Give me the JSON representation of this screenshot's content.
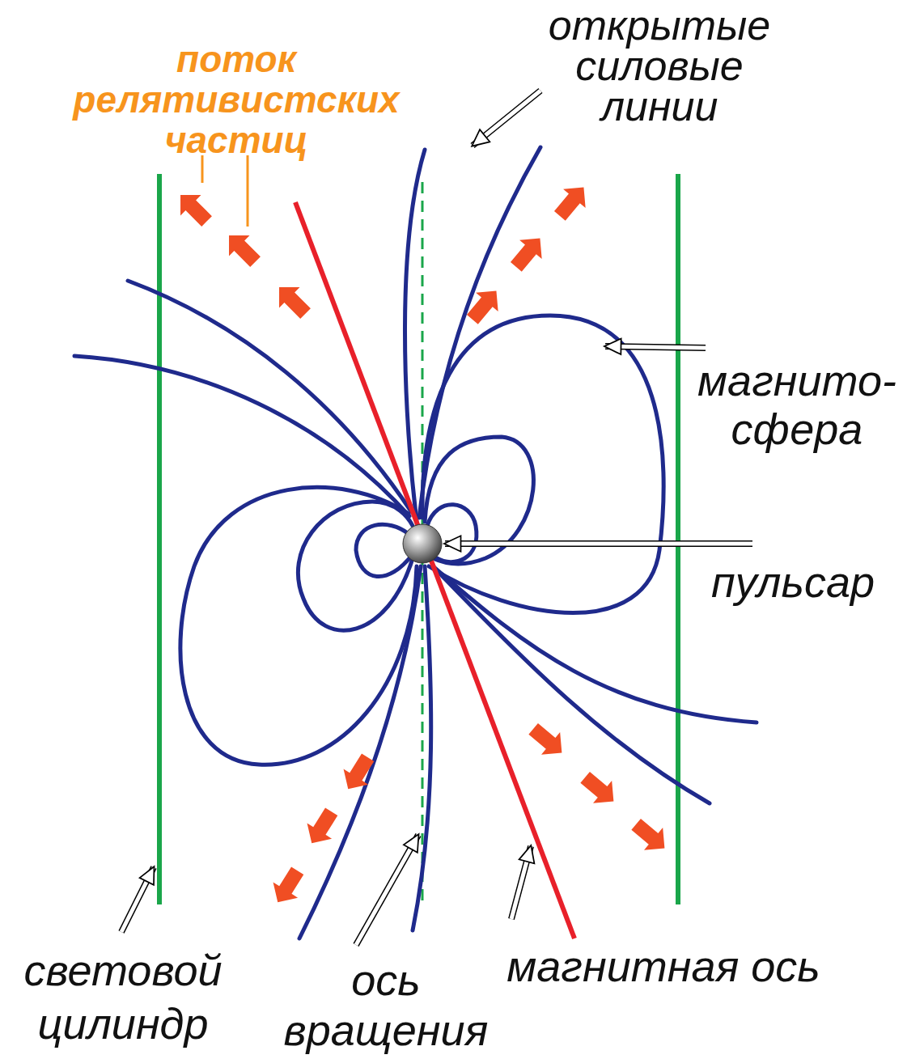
{
  "diagram": {
    "labels": [
      "поток релятивистских частиц",
      "открытые силовые линии",
      "магнито- сфера",
      "пульсар",
      "световой цилиндр",
      "ось вращения",
      "магнитная ось"
    ]
  }
}
